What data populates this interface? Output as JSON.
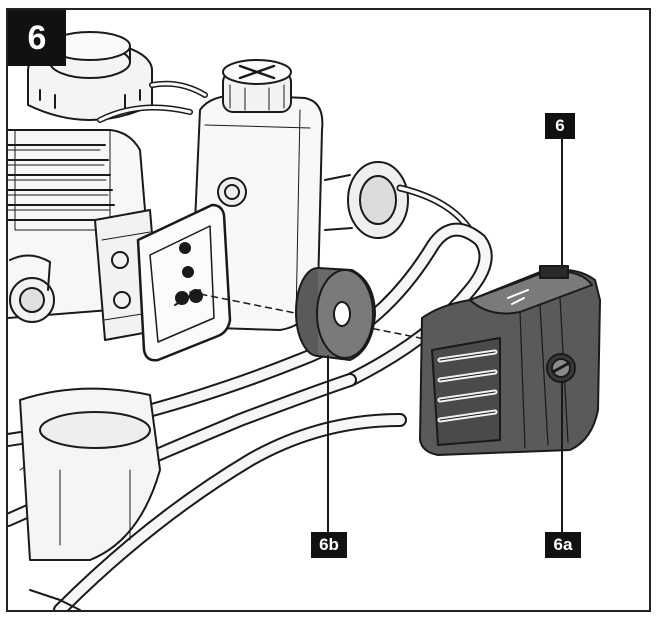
{
  "figure": {
    "step_number": "6",
    "callouts": {
      "cover": "6",
      "washer": "6b",
      "screw": "6a"
    }
  },
  "colors": {
    "line": "#1a1a1a",
    "cover_fill": "#5a5a5a",
    "cover_dark": "#3a3a3a",
    "washer_fill": "#6a6a6a",
    "badge": "#111111"
  }
}
